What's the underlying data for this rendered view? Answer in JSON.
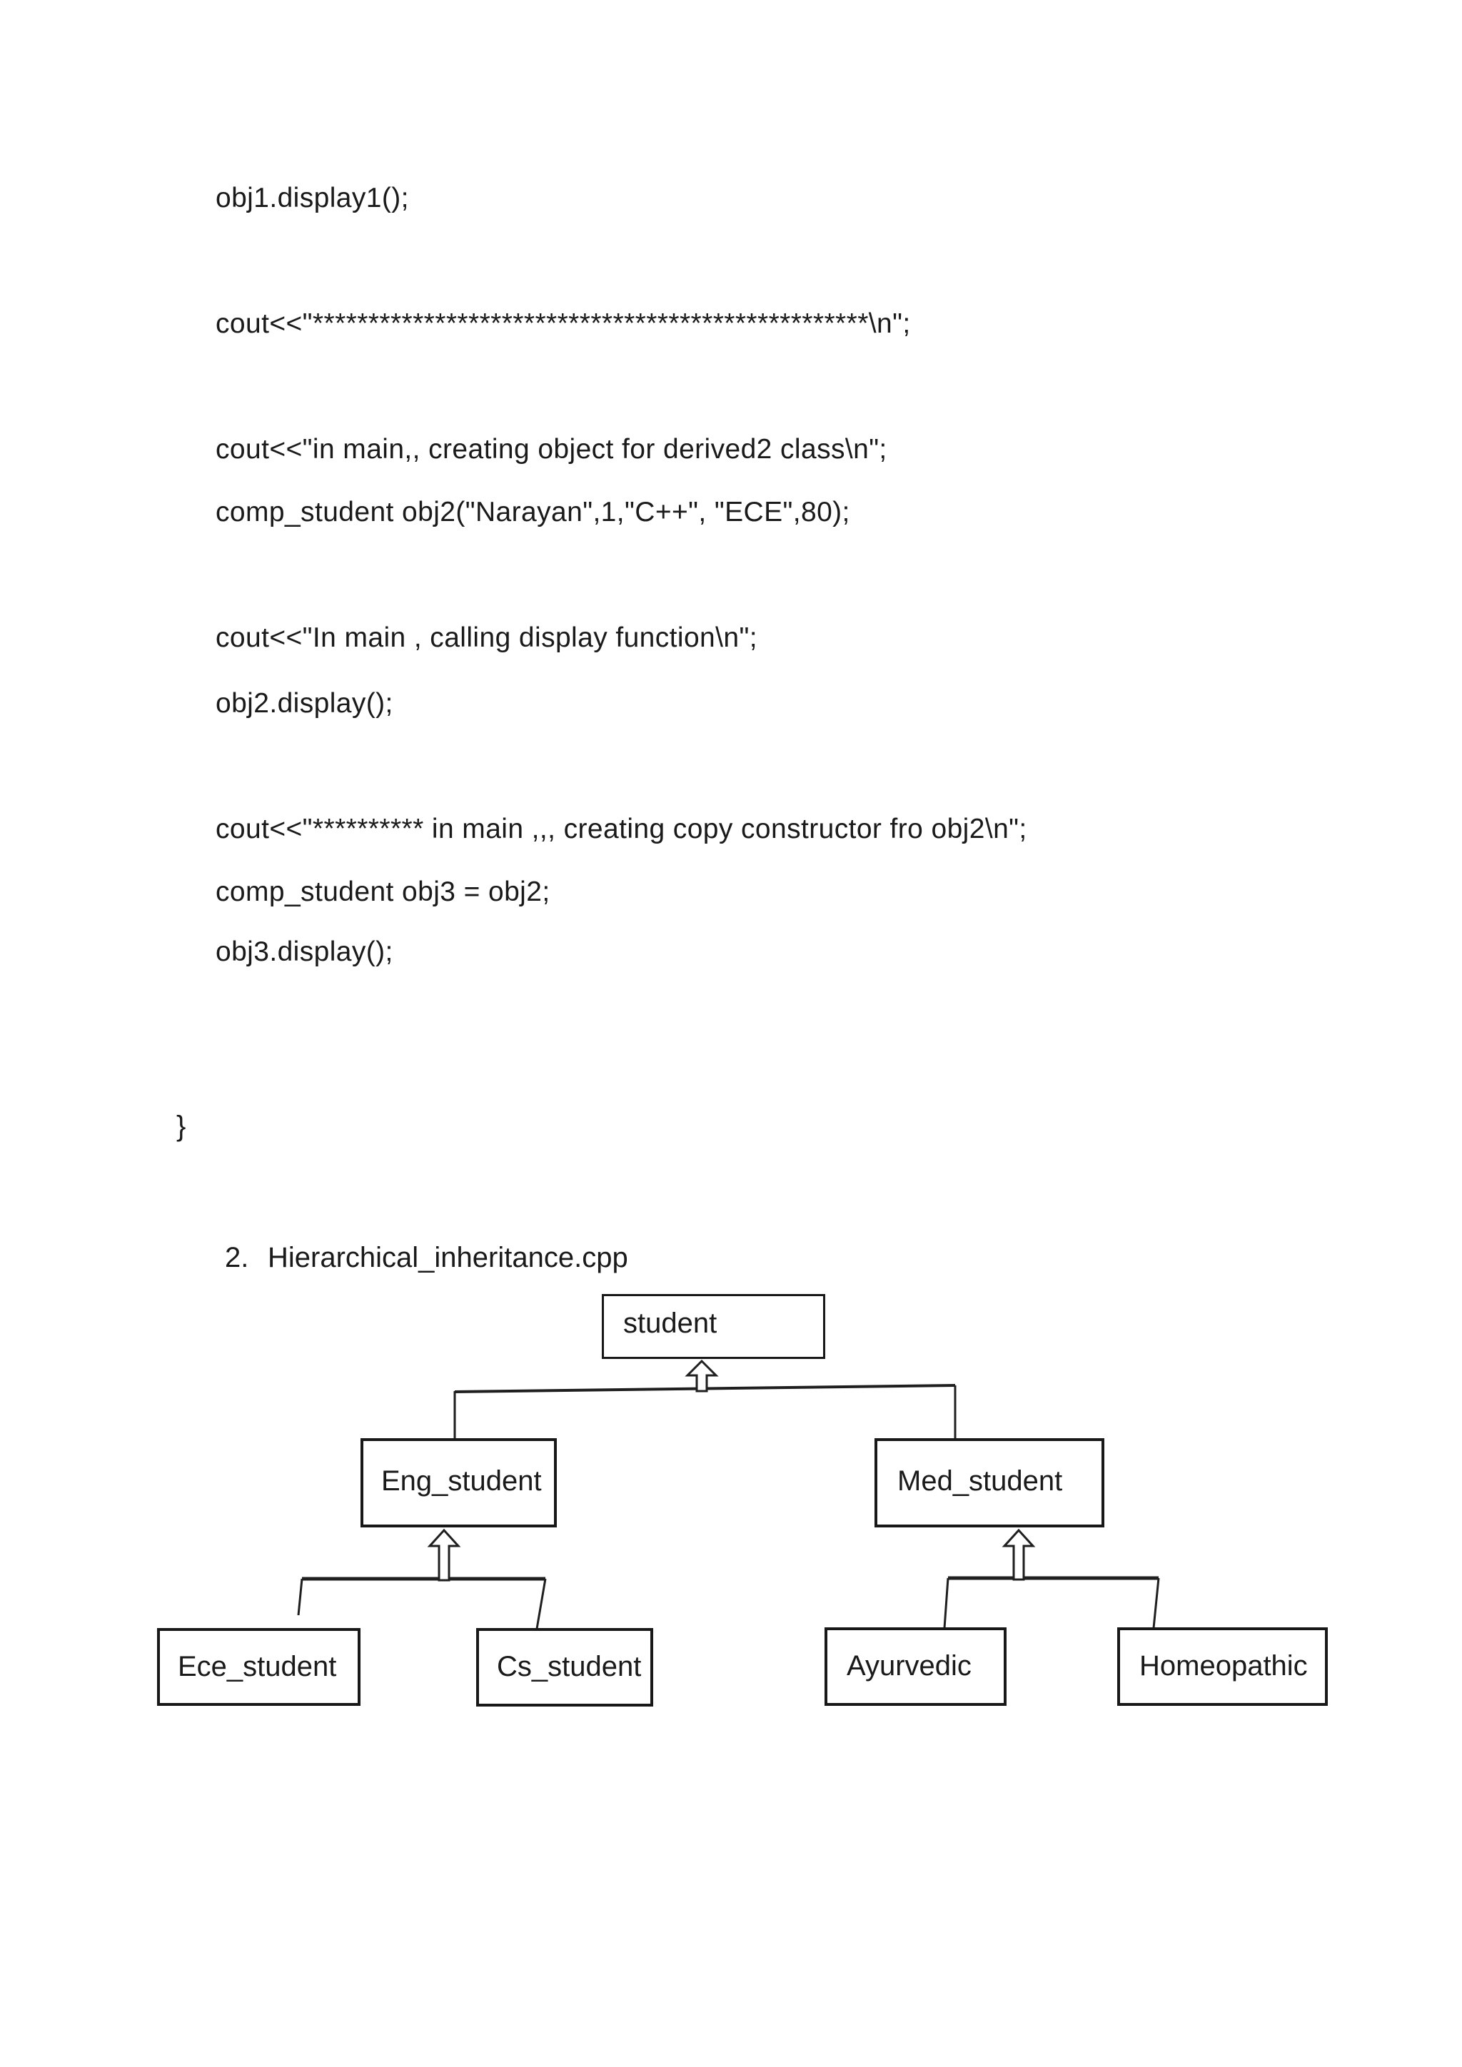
{
  "page": {
    "background": "#ffffff",
    "text_color": "#1a1a1a",
    "line_color": "#1f1f1f"
  },
  "code": {
    "lines": [
      "obj1.display1();",
      "cout<<\"**************************************************\\n\";",
      "cout<<\"in main,, creating object for derived2 class\\n\";",
      "comp_student obj2(\"Narayan\",1,\"C++\", \"ECE\",80);",
      "cout<<\"In main , calling display function\\n\";",
      "obj2.display();",
      "cout<<\"********** in main ,,, creating copy constructor fro obj2\\n\";",
      "comp_student obj3 = obj2;",
      "obj3.display();"
    ],
    "closing_brace": "}"
  },
  "list_item": {
    "number": "2.",
    "label": "Hierarchical_inheritance.cpp"
  },
  "diagram": {
    "nodes": [
      {
        "id": "student",
        "label": "student"
      },
      {
        "id": "eng_student",
        "label": "Eng_student"
      },
      {
        "id": "med_student",
        "label": "Med_student"
      },
      {
        "id": "ece_student",
        "label": "Ece_student"
      },
      {
        "id": "cs_student",
        "label": "Cs_student"
      },
      {
        "id": "ayurvedic",
        "label": "Ayurvedic"
      },
      {
        "id": "homeopathic",
        "label": "Homeopathic"
      }
    ],
    "edges": [
      {
        "from": "Eng_student",
        "to": "student",
        "type": "inheritance"
      },
      {
        "from": "Med_student",
        "to": "student",
        "type": "inheritance"
      },
      {
        "from": "Ece_student",
        "to": "Eng_student",
        "type": "inheritance"
      },
      {
        "from": "Cs_student",
        "to": "Eng_student",
        "type": "inheritance"
      },
      {
        "from": "Ayurvedic",
        "to": "Med_student",
        "type": "inheritance"
      },
      {
        "from": "Homeopathic",
        "to": "Med_student",
        "type": "inheritance"
      }
    ]
  }
}
